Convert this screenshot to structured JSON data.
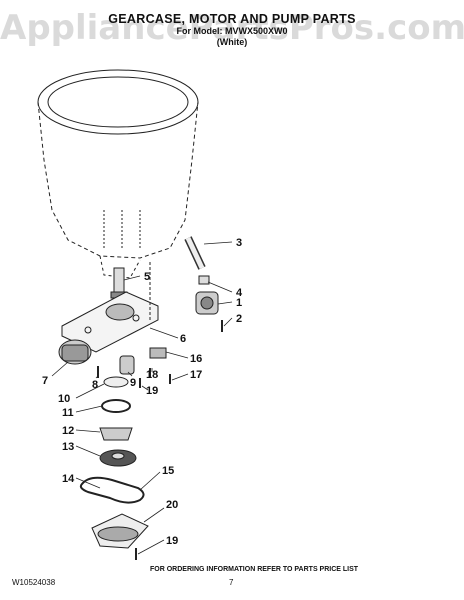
{
  "watermark": "AppliancePartsPros.com",
  "header": {
    "title": "GEARCASE, MOTOR AND PUMP PARTS",
    "model_line": "For Model: MVWX500XW0",
    "color_line": "(White)"
  },
  "callouts": [
    "1",
    "2",
    "3",
    "4",
    "5",
    "6",
    "7",
    "8",
    "9",
    "10",
    "11",
    "12",
    "13",
    "14",
    "15",
    "16",
    "17",
    "18",
    "19",
    "19",
    "20"
  ],
  "footer": {
    "doc_number": "W10524038",
    "ordering_info": "FOR ORDERING INFORMATION REFER TO PARTS PRICE LIST",
    "page": "7"
  }
}
